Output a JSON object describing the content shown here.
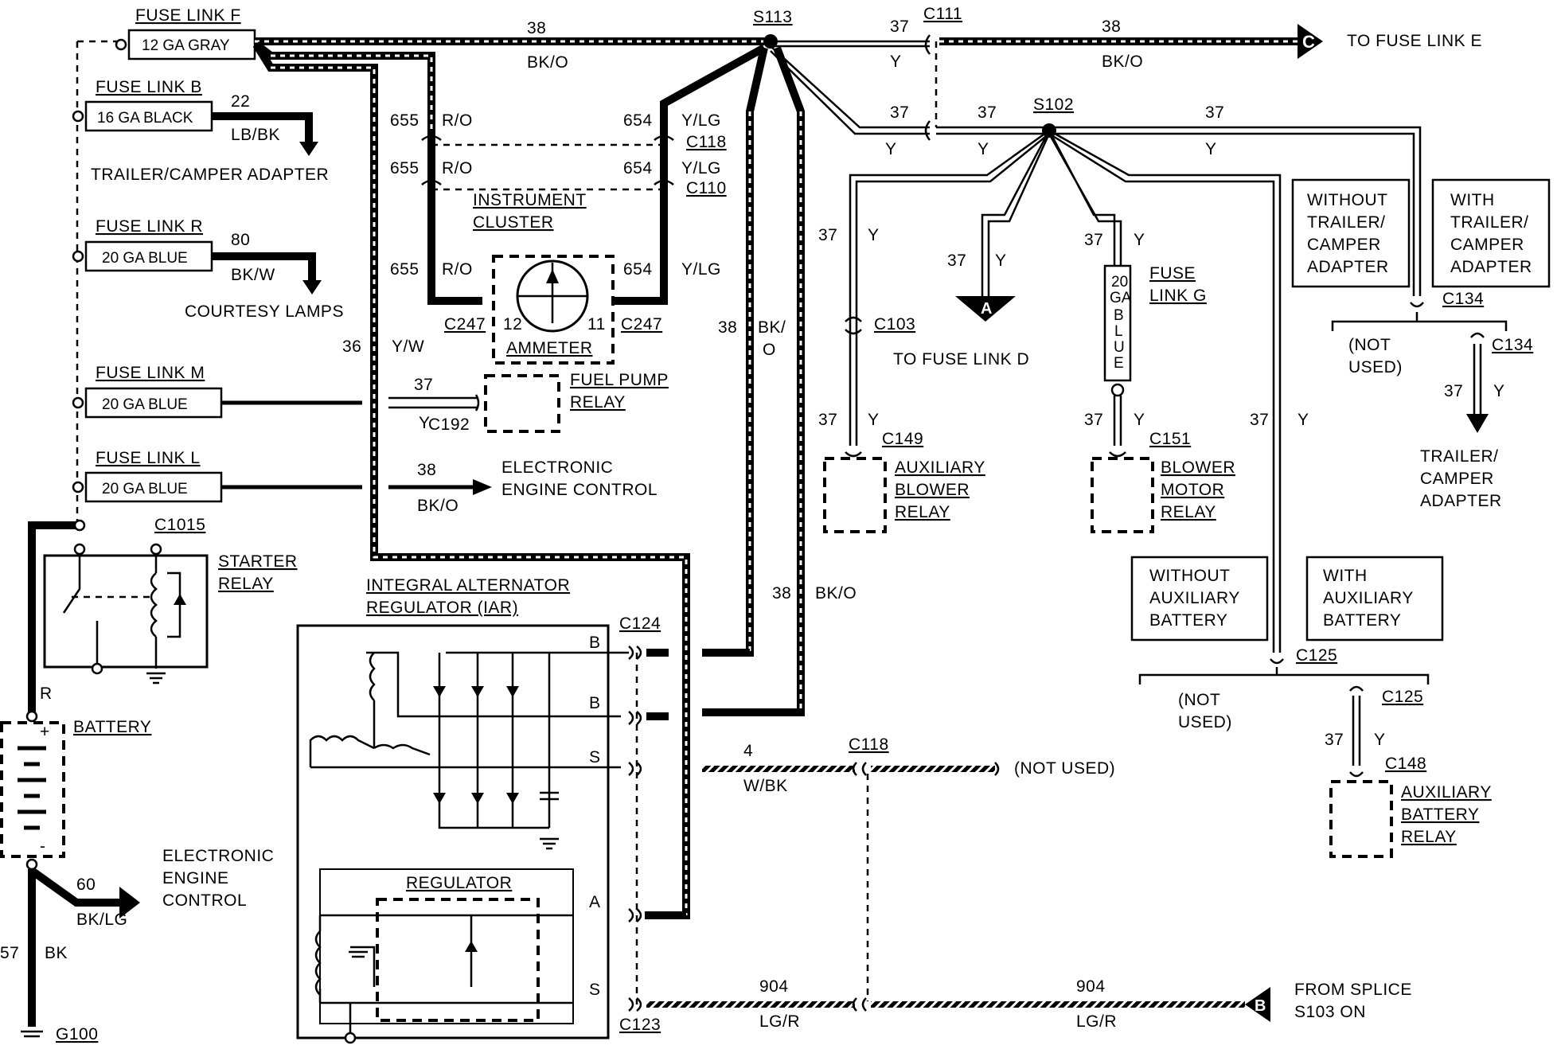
{
  "fuse_links": {
    "f": {
      "title": "FUSE LINK F",
      "gauge": "12 GA GRAY"
    },
    "b": {
      "title": "FUSE LINK B",
      "gauge": "16 GA BLACK"
    },
    "r": {
      "title": "FUSE LINK R",
      "gauge": "20 GA BLUE"
    },
    "m": {
      "title": "FUSE LINK M",
      "gauge": "20 GA BLUE"
    },
    "l": {
      "title": "FUSE LINK L",
      "gauge": "20 GA BLUE"
    },
    "g": {
      "title1": "FUSE",
      "title2": "LINK G",
      "gauge": "20 GA B L U E"
    }
  },
  "splices": {
    "s113": "S113",
    "s102": "S102"
  },
  "connectors": {
    "c111": "C111",
    "c118a": "C118",
    "c110": "C110",
    "c247a": "C247",
    "c247b": "C247",
    "c192": "C192",
    "c1015": "C1015",
    "c124": "C124",
    "c123": "C123",
    "c118b": "C118",
    "c103": "C103",
    "c149": "C149",
    "c151": "C151",
    "c134a": "C134",
    "c134b": "C134",
    "c125a": "C125",
    "c125b": "C125",
    "c148": "C148",
    "g100": "G100"
  },
  "circuits": {
    "n38": "38",
    "bko": "BK/O",
    "n37": "37",
    "y": "Y",
    "n22": "22",
    "lbbk": "LB/BK",
    "n655": "655",
    "ro": "R/O",
    "n654": "654",
    "ylg": "Y/LG",
    "n80": "80",
    "bkw": "BK/W",
    "n36": "36",
    "yw": "Y/W",
    "n12": "12",
    "n11": "11",
    "n4": "4",
    "wbk": "W/BK",
    "n904": "904",
    "lgr": "LG/R",
    "n60": "60",
    "bklg": "BK/LG",
    "n57": "57",
    "bk": "BK",
    "r": "R",
    "bko_split1": "BK/",
    "bko_split2": "O"
  },
  "labels": {
    "to_fuse_link_e": "TO FUSE LINK E",
    "to_fuse_link_d": "TO FUSE LINK D",
    "trailer_camper_adapter": "TRAILER/CAMPER ADAPTER",
    "courtesy_lamps": "COURTESY LAMPS",
    "instrument_cluster_1": "INSTRUMENT",
    "instrument_cluster_2": "CLUSTER",
    "ammeter": "AMMETER",
    "fuel_pump_relay_1": "FUEL PUMP",
    "fuel_pump_relay_2": "RELAY",
    "eec_1": "ELECTRONIC",
    "eec_2": "ENGINE CONTROL",
    "starter_relay_1": "STARTER",
    "starter_relay_2": "RELAY",
    "iar_1": "INTEGRAL ALTERNATOR",
    "iar_2": "REGULATOR (IAR)",
    "regulator": "REGULATOR",
    "battery": "BATTERY",
    "eec_b1": "ELECTRONIC",
    "eec_b2": "ENGINE",
    "eec_b3": "CONTROL",
    "not_used": "(NOT USED)",
    "not_used_1": "(NOT",
    "not_used_2": "USED)",
    "aux_blower_1": "AUXILIARY",
    "aux_blower_2": "BLOWER",
    "aux_blower_3": "RELAY",
    "blower_motor_1": "BLOWER",
    "blower_motor_2": "MOTOR",
    "blower_motor_3": "RELAY",
    "without_trailer": [
      "WITHOUT",
      "TRAILER/",
      "CAMPER",
      "ADAPTER"
    ],
    "with_trailer": [
      "WITH",
      "TRAILER/",
      "CAMPER",
      "ADAPTER"
    ],
    "trailer_camper_1": "TRAILER/",
    "trailer_camper_2": "CAMPER",
    "trailer_camper_3": "ADAPTER",
    "without_aux_batt": [
      "WITHOUT",
      "AUXILIARY",
      "BATTERY"
    ],
    "with_aux_batt": [
      "WITH",
      "AUXILIARY",
      "BATTERY"
    ],
    "aux_battery_relay_1": "AUXILIARY",
    "aux_battery_relay_2": "BATTERY",
    "aux_battery_relay_3": "RELAY",
    "from_splice_1": "FROM SPLICE",
    "from_splice_2": "S103 ON",
    "term_b": "B",
    "term_s": "S",
    "term_a": "A",
    "marker_c": "C",
    "marker_a": "A",
    "marker_b": "B",
    "plus": "+",
    "minus": "-"
  }
}
